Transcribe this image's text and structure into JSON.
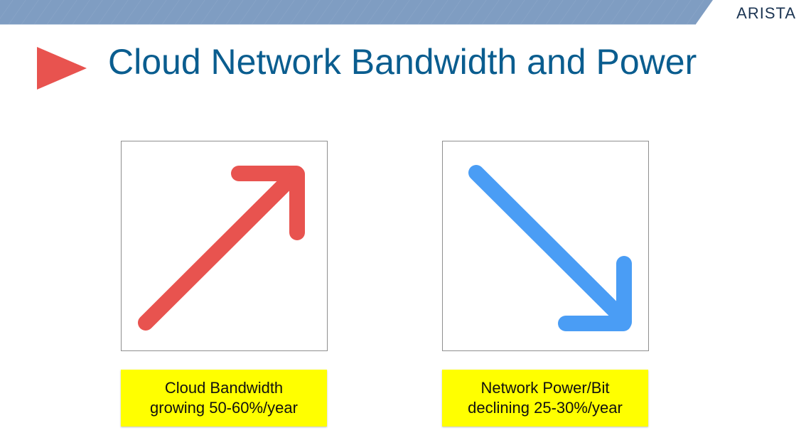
{
  "header": {
    "logo_text": "ARISTA",
    "band_color": "#7f9dc2",
    "logo_color": "#1c3553"
  },
  "slide": {
    "title": "Cloud Network Bandwidth and Power",
    "title_color": "#0a5d8f",
    "bullet_icon": "red-triangle-play-icon",
    "bullet_color": "#e8534f"
  },
  "panels": [
    {
      "icon": "arrow-up-right-icon",
      "arrow_color": "#e8534f",
      "caption_line1": "Cloud Bandwidth",
      "caption_line2": "growing 50-60%/year"
    },
    {
      "icon": "arrow-down-right-icon",
      "arrow_color": "#4a9df5",
      "caption_line1": "Network Power/Bit",
      "caption_line2": "declining 25-30%/year"
    }
  ],
  "caption_bg": "#ffff00"
}
